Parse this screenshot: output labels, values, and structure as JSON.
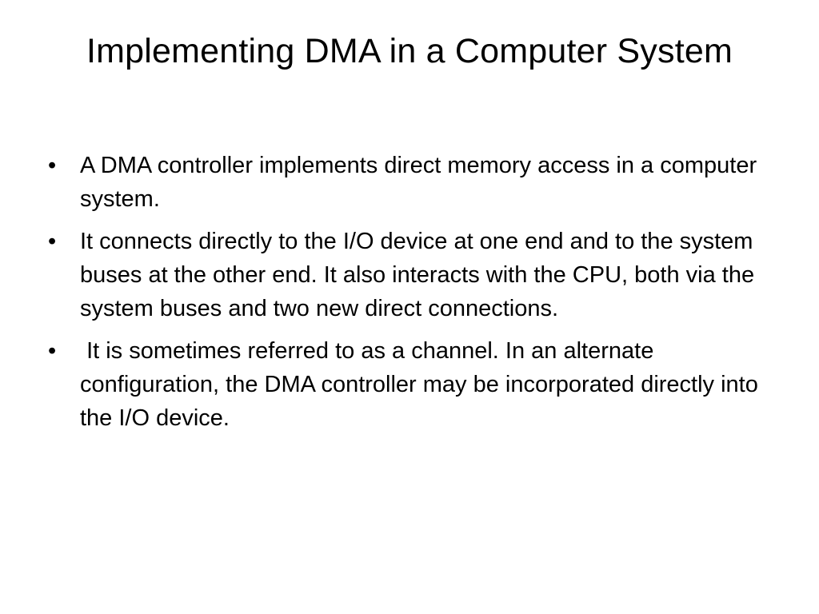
{
  "slide": {
    "title": "Implementing DMA in a Computer System",
    "bullet_glyph": "•",
    "bullets": [
      {
        "text": "A DMA controller implements direct memory access in a computer system."
      },
      {
        "text": "It connects directly to the I/O device at one end and to the system buses at the other end. It also interacts with the CPU, both via the system buses and two new direct connections."
      },
      {
        "text": " It is sometimes referred to as a channel. In an alternate configuration, the DMA controller may be incorporated directly into the I/O device."
      }
    ]
  }
}
